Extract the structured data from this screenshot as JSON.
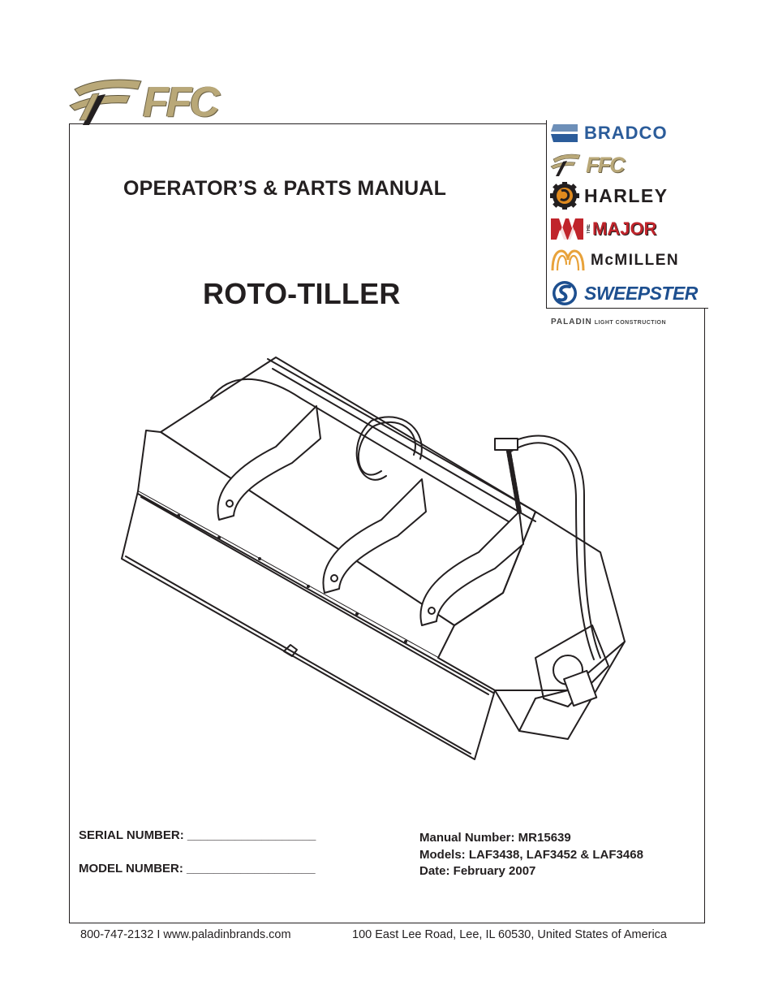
{
  "header": {
    "logo_text": "FFC",
    "manual_title": "OPERATOR’S & PARTS MANUAL",
    "product_title": "ROTO-TILLER"
  },
  "brands": {
    "items": [
      {
        "name": "BRADCO",
        "icon": "bradco-logo-icon",
        "color": "#2b5c9a"
      },
      {
        "name": "FFC",
        "icon": "ffc-swoosh-icon",
        "color": "#b9a878"
      },
      {
        "name": "HARLEY",
        "icon": "harley-gear-icon",
        "color": "#231f20"
      },
      {
        "name": "MAJOR",
        "prefix": "THE",
        "icon": "major-chevron-icon",
        "color": "#c0242b"
      },
      {
        "name": "McMILLEN",
        "icon": "mcmillen-m-icon",
        "color": "#231f20"
      },
      {
        "name": "SWEEPSTER",
        "icon": "sweepster-circle-icon",
        "color": "#1d4f8f"
      }
    ],
    "parent_name": "PALADIN",
    "parent_suffix": "LIGHT CONSTRUCTION"
  },
  "fields": {
    "serial_label": "SERIAL NUMBER: ___________________",
    "model_label": "MODEL NUMBER: ___________________",
    "manual_number": "Manual Number:  MR15639",
    "models": "Models:  LAF3438, LAF3452 & LAF3468",
    "date": "Date:  February 2007"
  },
  "footer": {
    "contact": "800-747-2132  I  www.paladinbrands.com",
    "address": "100 East Lee Road, Lee, IL  60530, United States of America"
  }
}
